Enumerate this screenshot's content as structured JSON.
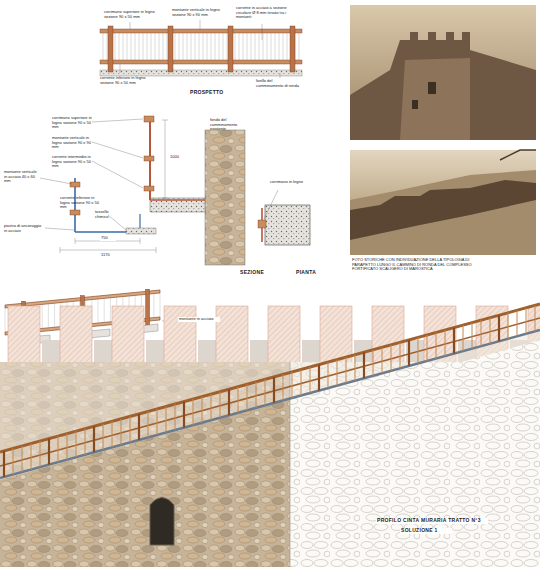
{
  "diagram": {
    "labels": [
      "corrimano superiore in legno sezione 90 x 50 mm",
      "montante verticale in legno sezione 90 x 90 mm",
      "corrente in acciaio a sezione circolare Ø 8 mm tesato tra i montanti",
      "corrente inferiore in legno sezione 90 x 50 mm",
      "livello del camminamento di ronda",
      "PROSPETTO",
      "corrimano superiore in legno sezione 90 x 50 mm",
      "montante verticale in legno sezione 90 x 90 mm",
      "corrente intermedio in legno sezione 90 x 50 mm",
      "montante verticale in acciaio 40 x 60 mm",
      "corrente inferiore in legno sezione 90 x 50 mm",
      "piastra di ancoraggio in acciaio",
      "tassello chimico",
      "750",
      "1170",
      "1000",
      "SEZIONE",
      "PIANTA",
      "corrimano in legno",
      "fondo del camminamento esistente",
      "FOTO STORICHE CON INDIVIDUAZIONE DELLA TIPOLOGIA DI PARAPETTO LUNGO IL CAMMINO DI RONDA DEL COMPLESSO FORTIFICATO SCALIGERO DI MAROSTICA",
      "montante in acciaio",
      "PROFILO CINTA MURARIA TRATTO N°3",
      "SOLUZIONE 1"
    ]
  }
}
